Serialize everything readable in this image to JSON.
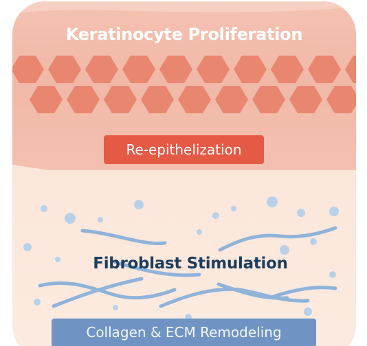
{
  "diagram": {
    "top_label": "Keratinocyte Proliferation",
    "epidermis_badge": "Re-epithelization",
    "middle_label": "Fibroblast Stimulation",
    "dermis_badge": "Collagen & ECM Remodeling"
  },
  "colors": {
    "epidermis": "#f1b8a6",
    "cells": "#e9866f",
    "red_badge": "#e45a45",
    "dermis": "#fbe9df",
    "fibers": "#8fb3d9",
    "dots": "#b8d1ea",
    "blue_badge": "#6f94c4",
    "dark_text": "#1d3d5e"
  }
}
